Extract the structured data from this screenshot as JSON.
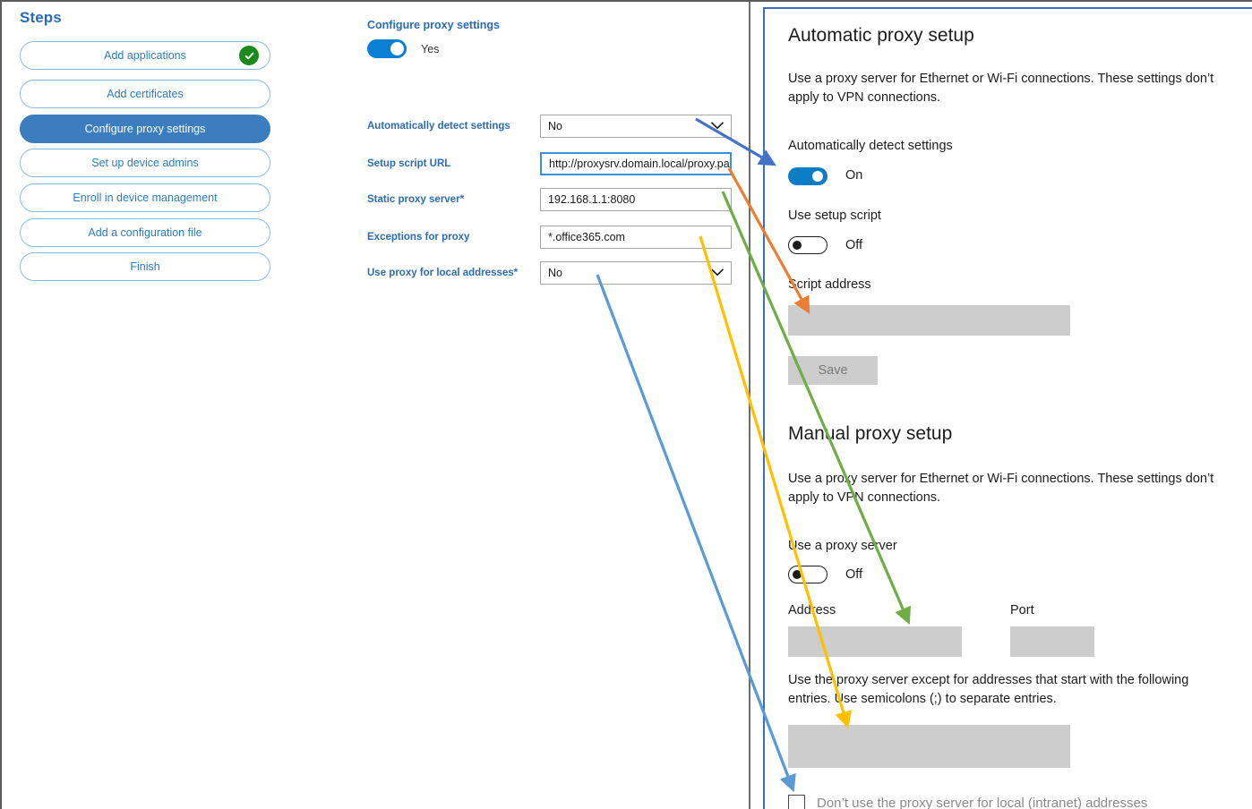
{
  "steps_panel": {
    "title": "Steps",
    "items": [
      {
        "label": "Add applications",
        "state": "complete",
        "icon": "check-circle-icon"
      },
      {
        "label": "Add certificates",
        "state": "default"
      },
      {
        "label": "Configure proxy settings",
        "state": "active"
      },
      {
        "label": "Set up device admins",
        "state": "default"
      },
      {
        "label": "Enroll in device management",
        "state": "default"
      },
      {
        "label": "Add a configuration file",
        "state": "default"
      },
      {
        "label": "Finish",
        "state": "default"
      }
    ]
  },
  "form_panel": {
    "heading": "Configure proxy settings",
    "main_toggle": {
      "value": "Yes",
      "state": "on"
    },
    "fields": [
      {
        "label": "Automatically detect settings",
        "required": false,
        "type": "select",
        "value": "No"
      },
      {
        "label": "Setup script URL",
        "required": false,
        "type": "text",
        "value": "http://proxysrv.domain.local/proxy.pa",
        "focused": true
      },
      {
        "label": "Static proxy server",
        "required": true,
        "type": "text",
        "value": "192.168.1.1:8080",
        "focused": false
      },
      {
        "label": "Exceptions for proxy",
        "required": false,
        "type": "text",
        "value": "*.office365.com",
        "focused": false
      },
      {
        "label": "Use proxy for local addresses",
        "required": true,
        "type": "select",
        "value": "No"
      }
    ],
    "required_marker": "*"
  },
  "windows_panel": {
    "automatic": {
      "heading": "Automatic proxy setup",
      "description": "Use a proxy server for Ethernet or Wi-Fi connections. These settings don’t apply to VPN connections.",
      "detect_label": "Automatically detect settings",
      "detect_toggle": "On",
      "setup_script_label": "Use setup script",
      "setup_script_toggle": "Off",
      "script_address_label": "Script address",
      "script_address_value": "",
      "save_label": "Save"
    },
    "manual": {
      "heading": "Manual proxy setup",
      "description": "Use a proxy server for Ethernet or Wi-Fi connections. These settings don’t apply to VPN connections.",
      "use_proxy_label": "Use a proxy server",
      "use_proxy_toggle": "Off",
      "address_label": "Address",
      "address_value": "",
      "port_label": "Port",
      "port_value": "",
      "exceptions_description": "Use the proxy server except for addresses that start with the following entries. Use semicolons (;) to separate entries.",
      "exceptions_value": "",
      "local_checkbox_label": "Don’t use the proxy server for local (intranet) addresses",
      "local_checkbox_state": "unchecked"
    }
  },
  "annotations": {
    "arrows": [
      {
        "name": "detect-settings-mapping",
        "color": "#4472C4",
        "from_field": "Automatically detect settings",
        "to_target": "Automatically detect settings toggle"
      },
      {
        "name": "setup-script-url-mapping",
        "color": "#ED7D31",
        "from_field": "Setup script URL",
        "to_target": "Script address"
      },
      {
        "name": "static-proxy-server-mapping",
        "color": "#70AD47",
        "from_field": "Static proxy server",
        "to_target": "Address"
      },
      {
        "name": "exceptions-mapping",
        "color": "#FFC000",
        "from_field": "Exceptions for proxy",
        "to_target": "Exceptions box"
      },
      {
        "name": "local-addresses-mapping",
        "color": "#5B9BD5",
        "from_field": "Use proxy for local addresses",
        "to_target": "Don’t use the proxy server for local (intranet) addresses"
      }
    ]
  }
}
